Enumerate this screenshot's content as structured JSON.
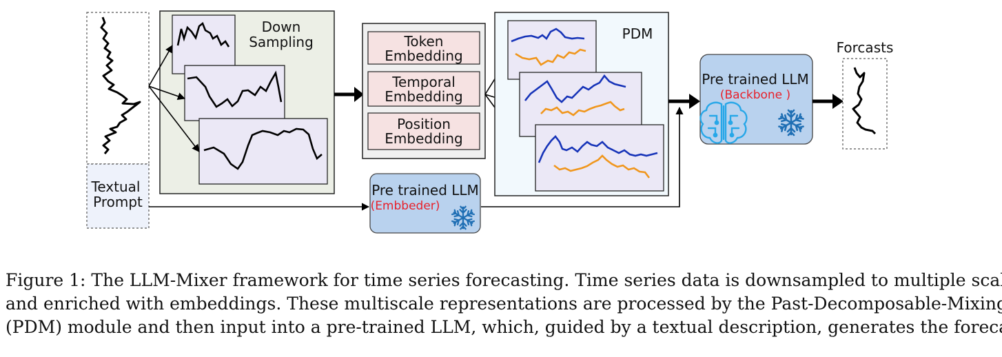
{
  "diagram": {
    "down_sampling_label": [
      "Down",
      "Sampling"
    ],
    "embeddings": [
      [
        "Token",
        "Embedding"
      ],
      [
        "Temporal",
        "Embedding"
      ],
      [
        "Position",
        "Embedding"
      ]
    ],
    "pdm_label": "PDM",
    "backbone": {
      "title": "Pre trained LLM",
      "subtitle": "(Backbone )"
    },
    "embedder": {
      "title": "Pre trained LLM",
      "subtitle": "(Embbeder)"
    },
    "textual_prompt": [
      "Textual",
      "Prompt"
    ],
    "forecasts_label": "Forcasts",
    "colors": {
      "series_blue": "#1633b8",
      "series_orange": "#f0961c",
      "highlight_red": "#e8202a",
      "llm_box_fill": "#b9d2ee",
      "embedding_fill": "#f6e2e2",
      "panel_fill": "#ecefe6",
      "mini_plot_fill": "#ebe8f6",
      "pdm_fill": "#f2f9fd",
      "prompt_fill": "#eef2fb"
    },
    "icons": [
      "brain-circuit-icon",
      "snowflake-icon"
    ]
  },
  "caption": {
    "lines": [
      "Figure 1: The LLM-Mixer framework for time series forecasting. Time series data is downsampled to multiple scales",
      "and enriched with embeddings. These multiscale representations are processed by the Past-Decomposable-Mixing",
      "(PDM) module and then input into a pre-trained LLM, which, guided by a textual description, generates the forecast."
    ]
  }
}
